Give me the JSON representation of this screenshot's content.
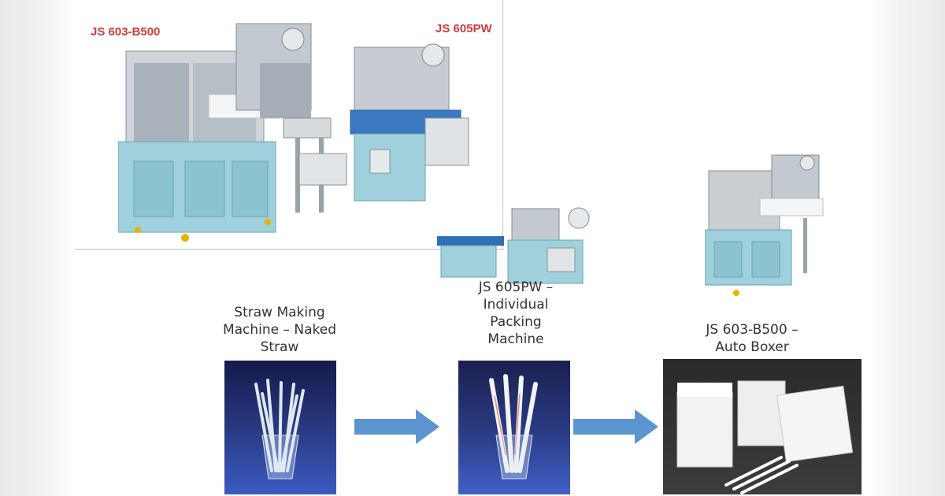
{
  "top_tags": {
    "left": "JS 603-B500",
    "right": "JS 605PW"
  },
  "steps": [
    {
      "label": "Straw Making\nMachine – Naked\nStraw"
    },
    {
      "label": "JS 605PW –\nIndividual\nPacking\nMachine"
    },
    {
      "label": "JS 603-B500 –\nAuto Boxer"
    }
  ],
  "colors": {
    "machine_body": "#9fd0dc",
    "machine_steel": "#c9ced3",
    "arrow": "#5b95d0",
    "tag_red": "#d23a3a",
    "photo_blue": "#1c2a66"
  },
  "icons": [
    "machine-illustration",
    "straw-cup-photo",
    "wrapped-straw-photo",
    "boxed-straw-photo",
    "right-arrow"
  ]
}
